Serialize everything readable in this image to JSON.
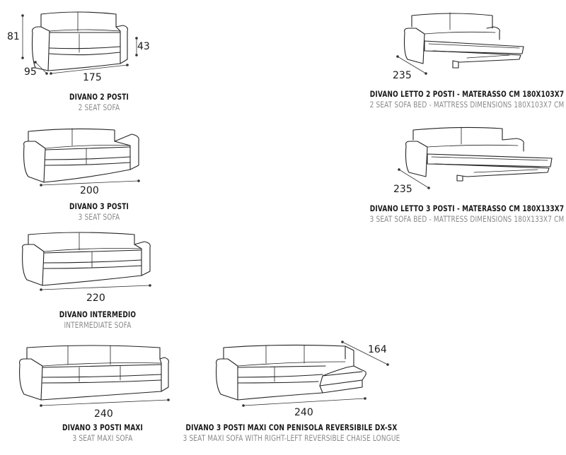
{
  "items": [
    {
      "it": "DIVANO 2 POSTI",
      "en": "2 SEAT SOFA"
    },
    {
      "it": "DIVANO 3 POSTI",
      "en": "3 SEAT SOFA"
    },
    {
      "it": "DIVANO INTERMEDIO",
      "en": "INTERMEDIATE SOFA"
    },
    {
      "it": "DIVANO 3 POSTI MAXI",
      "en": "3 SEAT MAXI SOFA"
    },
    {
      "it": "DIVANO 3 POSTI MAXI CON PENISOLA REVERSIBILE DX-SX",
      "en": "3 SEAT MAXI SOFA WITH RIGHT-LEFT REVERSIBLE CHAISE LONGUE"
    },
    {
      "it": "DIVANO LETTO 2 POSTI - MATERASSO CM 180X103X7",
      "en": "2 SEAT SOFA BED - MATTRESS DIMENSIONS 180X103X7 CM"
    },
    {
      "it": "DIVANO LETTO 3 POSTI - MATERASSO CM 180X133X7",
      "en": "3 SEAT SOFA BED - MATTRESS DIMENSIONS 180X133X7 CM"
    }
  ],
  "dims": {
    "sofa2_height": "81",
    "sofa2_depth": "95",
    "sofa2_width": "175",
    "sofa2_seat_height": "43",
    "sofa3_width": "200",
    "intermediate_width": "220",
    "maxi_width": "240",
    "chaise_width": "240",
    "chaise_depth": "164",
    "bed2_depth": "235",
    "bed3_depth": "235"
  }
}
